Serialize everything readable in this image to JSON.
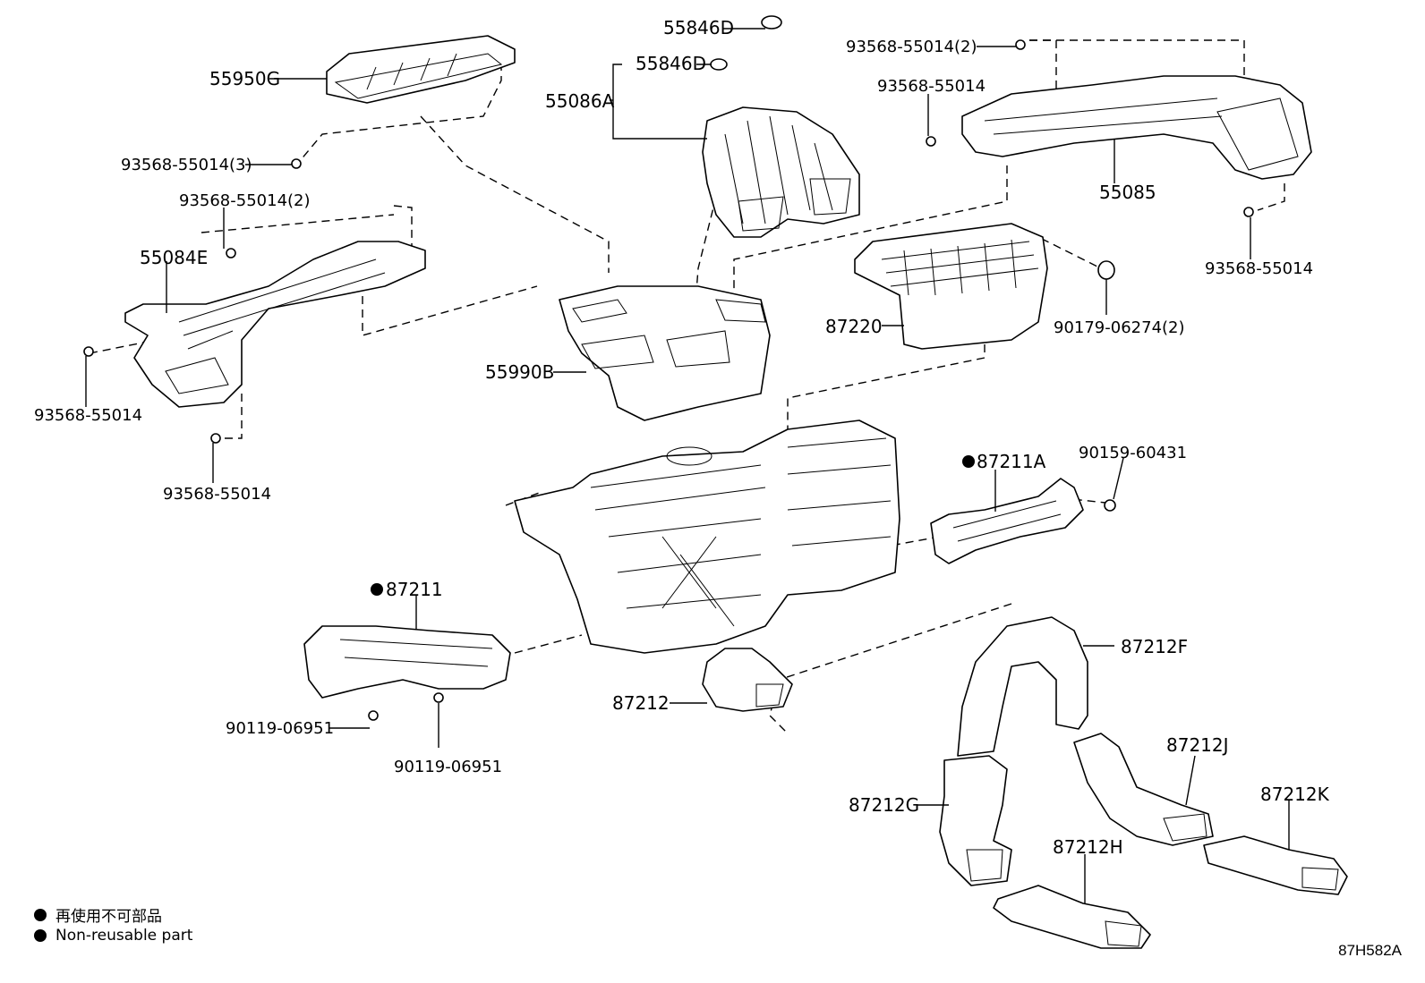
{
  "labels": {
    "p55950G": "55950G",
    "p93568_3": "93568-55014(3)",
    "p93568_2_left": "93568-55014(2)",
    "p55084E": "55084E",
    "p93568_left_mid": "93568-55014",
    "p93568_left_low": "93568-55014",
    "p55846D_top": "55846D",
    "p55846D": "55846D",
    "p55086A": "55086A",
    "p93568_2_right": "93568-55014(2)",
    "p93568_right_a": "93568-55014",
    "p55085": "55085",
    "p93568_right_b": "93568-55014",
    "p87220": "87220",
    "p90179": "90179-06274(2)",
    "p55990B": "55990B",
    "p87211A": "87211A",
    "p90159": "90159-60431",
    "p87211": "87211",
    "p90119_a": "90119-06951",
    "p90119_b": "90119-06951",
    "p87212": "87212",
    "p87212F": "87212F",
    "p87212J": "87212J",
    "p87212K": "87212K",
    "p87212G": "87212G",
    "p87212H": "87212H"
  },
  "legend": {
    "line1": "再使用不可部品",
    "line2": "Non-reusable part"
  },
  "diagram_code": "87H582A"
}
